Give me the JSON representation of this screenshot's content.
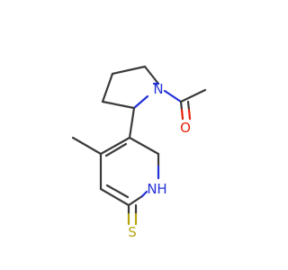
{
  "molecule": {
    "atoms": {
      "n_pyrrolidine": "N",
      "oxygen": "O",
      "n_pyridine": "N",
      "n_pyridine_h": "H",
      "sulfur": "S"
    }
  },
  "colors": {
    "bond": "#3a3a3a",
    "nitrogen": "#2332d6",
    "oxygen": "#e8210e",
    "sulfur": "#b8a412",
    "background": "#ffffff"
  }
}
